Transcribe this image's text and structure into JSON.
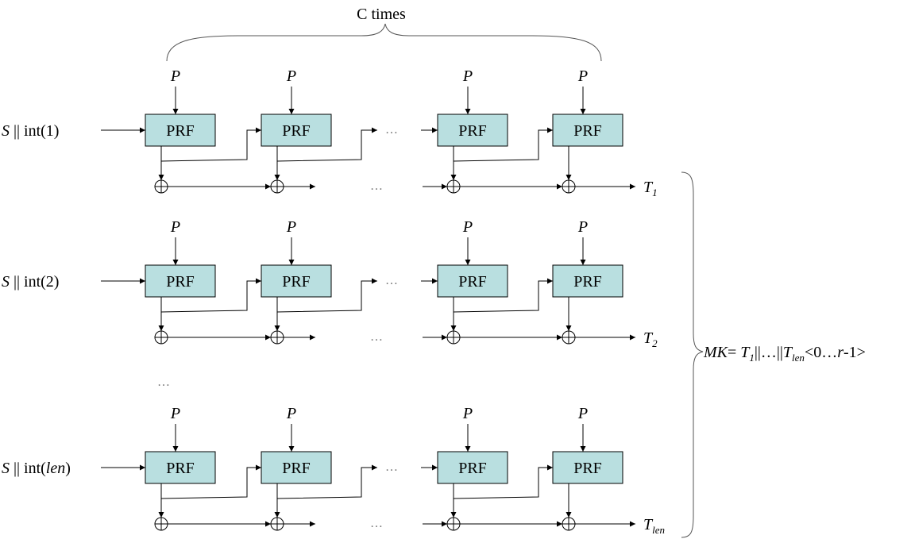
{
  "top_label": "C times",
  "password_label": "P",
  "prf_label": "PRF",
  "ellipsis": "…",
  "rows": [
    {
      "input_prefix": "S || int(",
      "input_index": "1",
      "index_italic": false,
      "input_suffix": ")",
      "output_base": "T",
      "output_sub": "1"
    },
    {
      "input_prefix": "S || int(",
      "input_index": "2",
      "index_italic": false,
      "input_suffix": ")",
      "output_base": "T",
      "output_sub": "2"
    },
    {
      "input_prefix": "S || int(",
      "input_index": "len",
      "index_italic": true,
      "input_suffix": ")",
      "output_base": "T",
      "output_sub": "len"
    }
  ],
  "result": {
    "mk": "MK",
    "eq": "= ",
    "t": "T",
    "t_sub_1": "1",
    "mid": "||…||",
    "t_sub_len": "len",
    "tail_open": "<0…",
    "r": "r",
    "tail_close": "-1>"
  }
}
